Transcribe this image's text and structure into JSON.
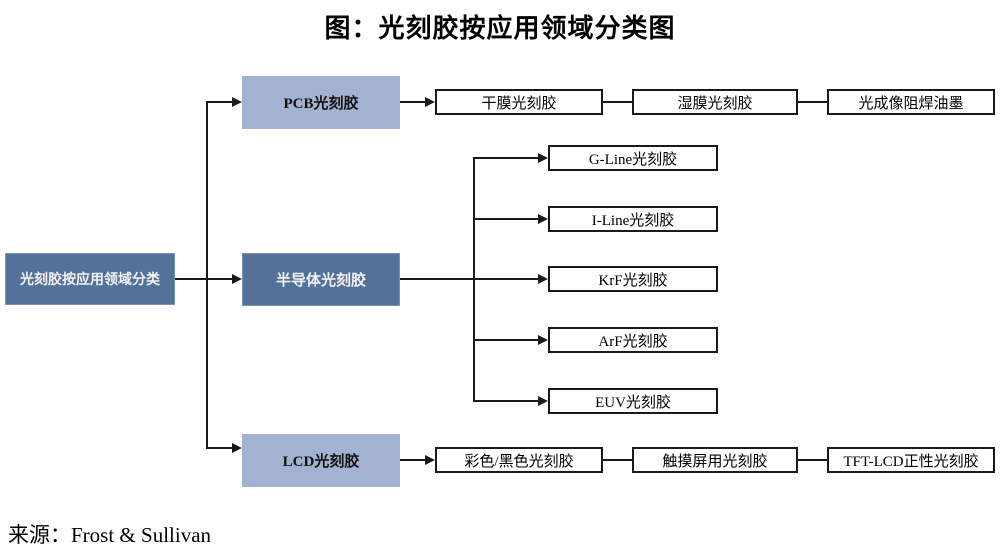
{
  "title": "图：光刻胶按应用领域分类图",
  "source": "来源：Frost & Sullivan",
  "root": {
    "label": "光刻胶按应用领域分类"
  },
  "branches": [
    {
      "id": "pcb",
      "label": "PCB光刻胶",
      "children": [
        "干膜光刻胶",
        "湿膜光刻胶",
        "光成像阻焊油墨"
      ]
    },
    {
      "id": "semiconductor",
      "label": "半导体光刻胶",
      "children": [
        "G-Line光刻胶",
        "I-Line光刻胶",
        "KrF光刻胶",
        "ArF光刻胶",
        "EUV光刻胶"
      ]
    },
    {
      "id": "lcd",
      "label": "LCD光刻胶",
      "children": [
        "彩色/黑色光刻胶",
        "触摸屏用光刻胶",
        "TFT-LCD正性光刻胶"
      ]
    }
  ],
  "colors": {
    "dark_blue": "#54719A",
    "light_blue": "#A4B2D1",
    "line": "#1a1a1a",
    "background": "#ffffff"
  }
}
